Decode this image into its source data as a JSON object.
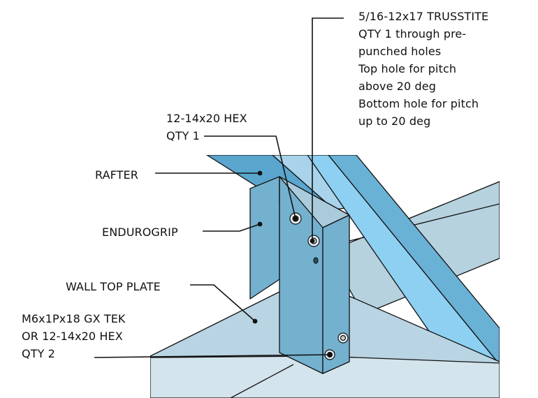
{
  "colors": {
    "rafter_top": "#5aa6cf",
    "rafter_side": "#a8d3ea",
    "truss_face": "#8dd0f2",
    "truss_side": "#6ab1d6",
    "beam_back": "#b7d2df",
    "plate_top": "#b9d4e2",
    "plate_front": "#d3e4ec",
    "bracket_face": "#74b1cf",
    "bracket_back": "#a9cbdb",
    "line": "#111111"
  },
  "labels": {
    "trusstite": [
      "5/16-12x17 TRUSSTITE",
      "QTY 1 through pre-",
      "punched holes",
      "Top hole for pitch",
      "above 20 deg",
      "Bottom hole for pitch",
      "up to 20 deg"
    ],
    "hex_screw": [
      "12-14x20 HEX",
      "QTY 1"
    ],
    "rafter": "RAFTER",
    "endurogrip": "ENDUROGRIP",
    "wall_top_plate": "WALL TOP PLATE",
    "tek_screw": [
      "M6x1Px18 GX TEK",
      "OR 12-14x20 HEX",
      "QTY 2"
    ]
  }
}
